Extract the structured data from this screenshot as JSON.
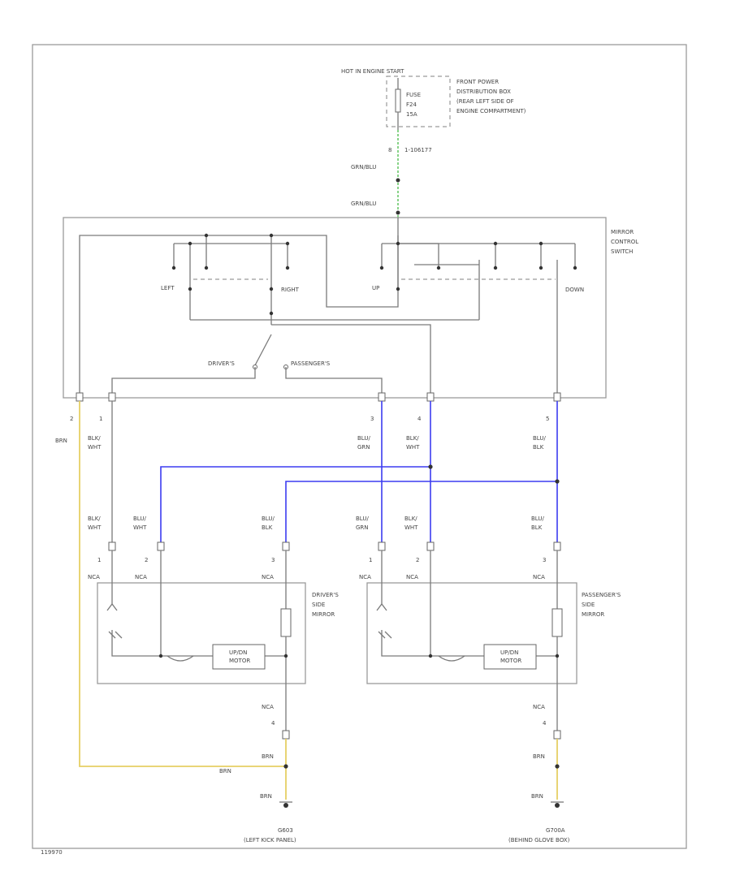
{
  "fuse_block": {
    "hot_label": "HOT IN ENGINE START",
    "fuse_label": "FUSE",
    "fuse_id": "F24",
    "fuse_amp": "15A",
    "location": [
      "FRONT POWER",
      "DISTRIBUTION BOX",
      "(REAR LEFT SIDE OF",
      "ENGINE COMPARTMENT)"
    ],
    "pin": "8",
    "connector": "1-106177"
  },
  "feed_wire": {
    "color_top": "GRN/BLU",
    "color_bottom": "GRN/BLU"
  },
  "switch": {
    "title": [
      "MIRROR",
      "CONTROL",
      "SWITCH"
    ],
    "left": "LEFT",
    "right": "RIGHT",
    "up": "UP",
    "down": "DOWN",
    "drivers": "DRIVER'S",
    "passengers": "PASSENGER'S"
  },
  "switch_outputs": [
    {
      "pin": "2",
      "color": [
        "BRN"
      ]
    },
    {
      "pin": "1",
      "color": [
        "BLK/",
        "WHT"
      ]
    },
    {
      "pin": "3",
      "color": [
        "BLU/",
        "GRN"
      ]
    },
    {
      "pin": "4",
      "color": [
        "BLK/",
        "WHT"
      ]
    },
    {
      "pin": "5",
      "color": [
        "BLU/",
        "BLK"
      ]
    }
  ],
  "driver_mirror": {
    "title": [
      "DRIVER'S",
      "SIDE",
      "MIRROR"
    ],
    "inputs": [
      {
        "pin": "1",
        "conn": "NCA",
        "color": [
          "BLK/",
          "WHT"
        ]
      },
      {
        "pin": "2",
        "conn": "NCA",
        "color": [
          "BLU/",
          "WHT"
        ]
      },
      {
        "pin": "3",
        "conn": "NCA",
        "color": [
          "BLU/",
          "BLK"
        ]
      }
    ],
    "motor_label": [
      "UP/DN",
      "MOTOR"
    ],
    "ground_pin": "4",
    "ground_conn": "NCA",
    "ground_color": "BRN"
  },
  "passenger_mirror": {
    "title": [
      "PASSENGER'S",
      "SIDE",
      "MIRROR"
    ],
    "inputs": [
      {
        "pin": "1",
        "conn": "NCA",
        "color": [
          "BLU/",
          "GRN"
        ]
      },
      {
        "pin": "2",
        "conn": "NCA",
        "color": [
          "BLK/",
          "WHT"
        ]
      },
      {
        "pin": "3",
        "conn": "NCA",
        "color": [
          "BLU/",
          "BLK"
        ]
      }
    ],
    "motor_label": [
      "UP/DN",
      "MOTOR"
    ],
    "ground_pin": "4",
    "ground_conn": "NCA",
    "ground_color": "BRN"
  },
  "grounds": {
    "brn_join": "BRN",
    "left_color": "BRN",
    "right_color": "BRN",
    "left_id": "G603",
    "left_loc": "(LEFT KICK PANEL)",
    "right_id": "G700A",
    "right_loc": "(BEHIND GLOVE BOX)"
  },
  "figure_id": "119970",
  "colors": {
    "blue_wire": "#3c3cf0",
    "brown_wire": "#e6cf64",
    "green_wire": "#55c055"
  }
}
